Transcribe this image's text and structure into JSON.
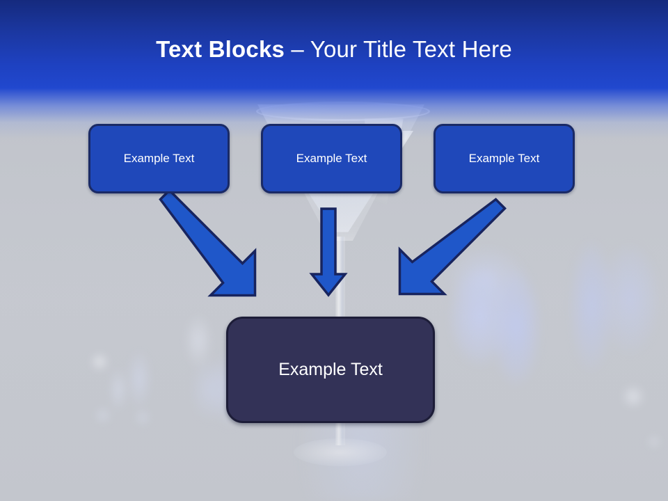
{
  "slide": {
    "title_strong": "Text Blocks",
    "title_separator": " – ",
    "title_light": "Your Title Text Here",
    "title_full": "Text Blocks – Your Title Text Here"
  },
  "theme": {
    "header_dark": "#152a7e",
    "header_bright": "#2148cf",
    "box_fill": "#1f48ba",
    "box_border": "#1a2a66",
    "result_fill": "#333257",
    "result_border": "#1d1d38",
    "arrow_fill": "#1f57c9",
    "arrow_border": "#18245e",
    "background": "#c3c6cd",
    "text_color": "#ffffff"
  },
  "top_boxes": [
    {
      "label": "Example Text"
    },
    {
      "label": "Example Text"
    },
    {
      "label": "Example Text"
    }
  ],
  "arrows": [
    {
      "name": "arrow-left-diagonal",
      "direction": "down-right"
    },
    {
      "name": "arrow-center-straight",
      "direction": "down"
    },
    {
      "name": "arrow-right-diagonal",
      "direction": "down-left"
    }
  ],
  "result_box": {
    "label": "Example Text"
  },
  "background": {
    "subject": "blurred-bar-scene-with-martini-glass"
  }
}
